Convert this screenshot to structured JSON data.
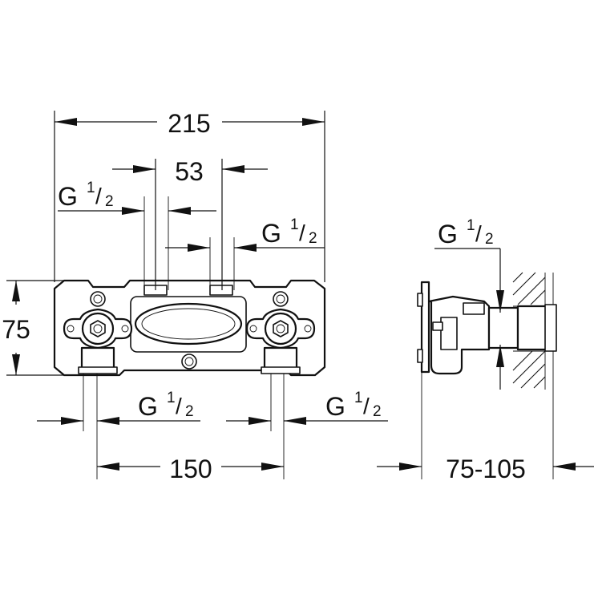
{
  "dimensions": {
    "overall_width": "215",
    "center_width": "53",
    "pipe_spacing": "150",
    "height": "75",
    "depth": "75-105"
  },
  "thread": {
    "g": "G",
    "num": "1",
    "sep": "/",
    "den": "2"
  }
}
